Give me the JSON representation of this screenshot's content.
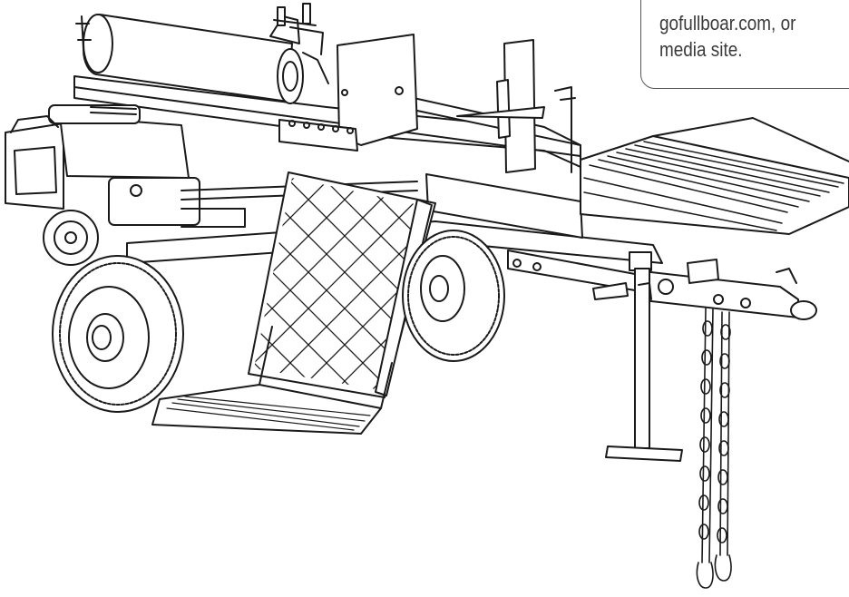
{
  "callout": {
    "line1": "gofullboar.com, or",
    "line2": "media site."
  },
  "colors": {
    "line": "#1a1a1a",
    "background": "#ffffff",
    "callout_text": "#3a3a3a",
    "callout_border": "#555555"
  },
  "icons": {
    "illustration": "log-splitter-line-drawing"
  }
}
